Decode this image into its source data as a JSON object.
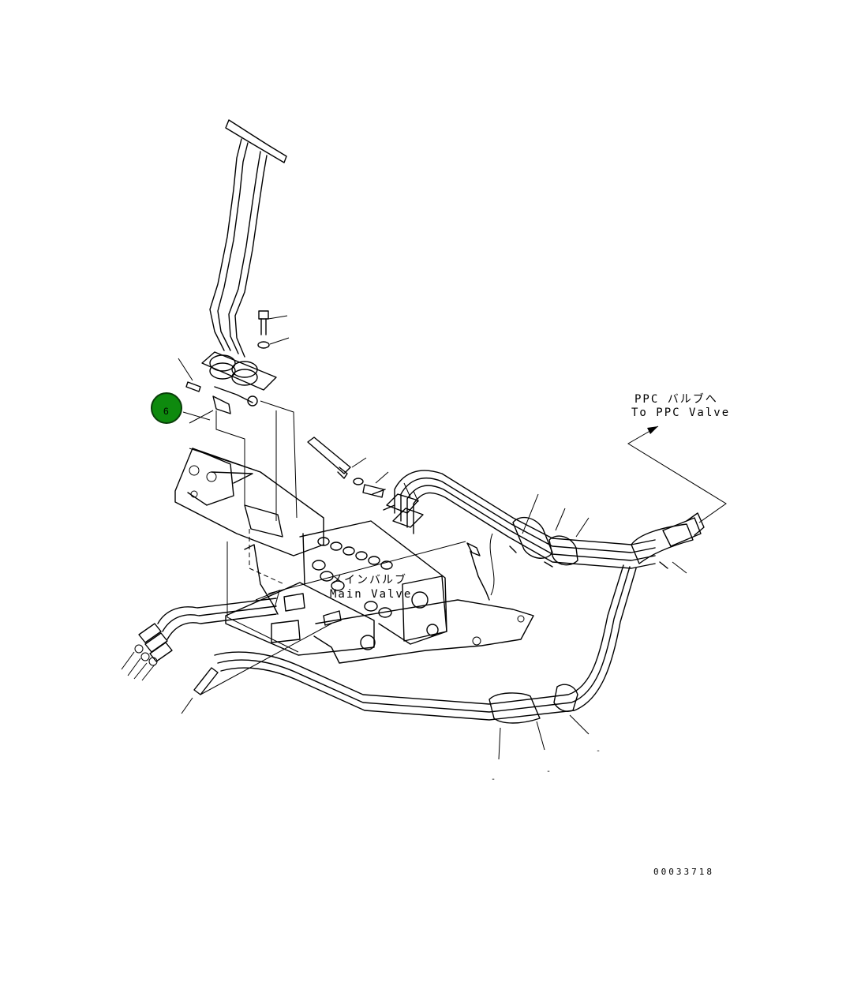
{
  "callout": {
    "number": "6",
    "fill": "#0e8a0e",
    "stroke": "#0a3d0a"
  },
  "labels": {
    "ppc_jp": "PPC バルブへ",
    "ppc_en": "To PPC Valve",
    "main_jp": "メインバルブ",
    "main_en": "Main Valve"
  },
  "drawing_number": "00033718",
  "dash_marks": [
    "-",
    "-",
    "-"
  ]
}
